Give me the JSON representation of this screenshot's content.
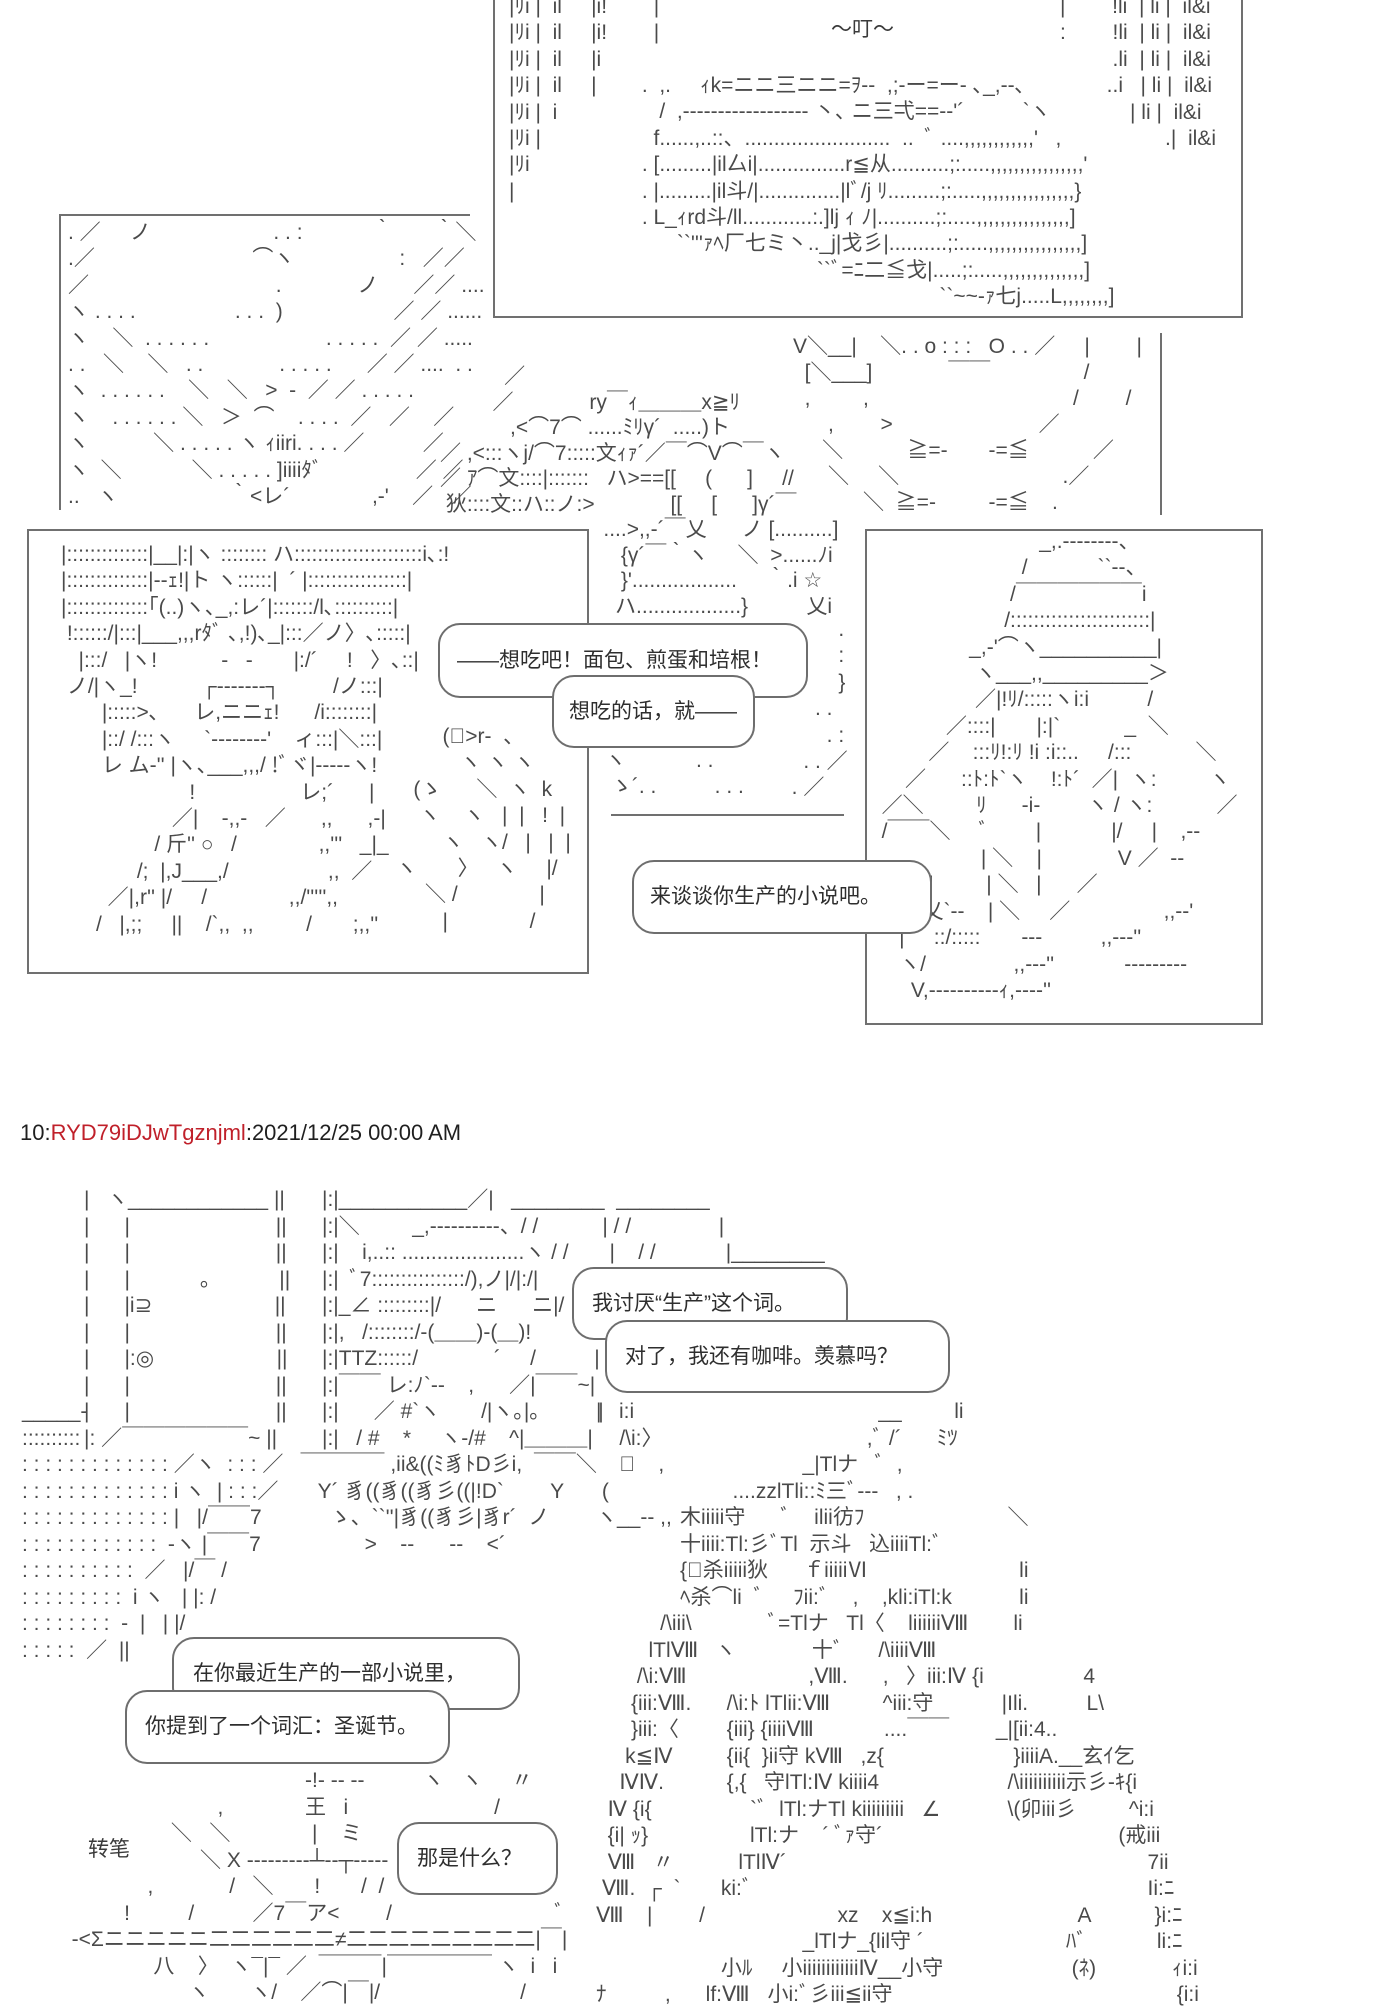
{
  "post_header": {
    "number": "10",
    "sep_a": ":",
    "poster_id": "RYD79iDJwTgznjml",
    "sep_b": ":",
    "timestamp": "2021/12/25 00:00 AM",
    "id_color": "#c0202a"
  },
  "colors": {
    "background": "#ffffff",
    "ink": "#4a4a4a",
    "bubble_text": "#2e2e2e",
    "panel_border": "#707070",
    "poster_id": "#c0202a"
  },
  "top_scene": {
    "toaster_panel": {
      "sfx": "～叮～",
      "left_columns": "|ﾘi |  il     |i!        |\n|ﾘi |  il     |i!        |\n|ﾘi |  il     |i\n|ﾘi |  il     |\n|ﾘi |  i\n|ﾘi |\n|ﾘi\n|",
      "right_columns": "|        !li  | li |  il&i\n:        !li  | li |  il&i\n         .li  | li |  il&i\n        ..i   | li |  il&i\n            | li |  il&i\n                  .|  il&i",
      "toaster_art": " .  ,.     ｨk=ニニ三ニニ=ｦ‐‐  ,;‐ー=ー‐ ､_,‐‐､\n    /  ,‐‐‐‐‐‐‐‐‐‐‐‐‐‐‐‐‐‐ 丶､ ニ三弌==‐‐'´          `ヽ\n   f......,..::、.........................  ..  ﾞ ....,,,,,,,,,,,,'   ,\n . [.........|il厶i|...............r≦从..........;:.....,,,,,,,,,,,,,,,,'\n . |.........|il斗/|..............|lﾞ/j ﾘ.........;:.....,,,,,,,,,,,,,,,,}\n . L_ｨrd斗/ll............:.]lj ｨ ﾉ|..........;:.....,,,,,,,,,,,,,,,,]\n       ``'''ｧﾍ厂七ミ丶.._j|戈彡|..........;:.....,,,,,,,,,,,,,,,,]\n                               ``ﾞ=ﾆ二≦戈|.....;:.....,,,,,,,,,,,,,,]\n                                                    ``~~‐ｧ七j.....L,,,,,,,,]"
    },
    "window_panel": {
      "art": ". ／     ノ                     . . :            ｀       ｀＼\n.／                           ⌒ヽ                  :   ／／\n／                                .             ノ      ／／ ....\nヽ . . . .                 . . .  )                   ／ ／ ......\nヽ    ＼  . . . . . .                    . . . . .  ／ ／ .....\n. .   ＼    ＼   . .             . . . . .      ／ ／ ....  . .\nヽ  . . . . . .    ＼   ＼   >  ‐  ／ ／ . . . . .\nヽ    . . . . . . ＼   ＞  ⌒    . . . .  ／   ／    ／\nヽ           ＼ . . . . . ヽ ｨiiri. . . . ／          ／\nヽ  ＼            ＼ . . . . . ]iiiiﾀﾞ                ／ ／\n..   ヽ                   ｀<レ´              ,-'    ／   ／"
    },
    "character_art": "           ／\n         ／             ry￣ｨ＿＿＿x≧ﾘ\n            ,<⌒7⌒ ......ﾐﾘγ´  .....)ト\n／ ,<:::ヽj/⌒7:::::文ｨｧ´／￣⌒V⌒￣ヽ\n／ ｱ⌒文::::|:::::::   ハ>==[[     (      ]     //\n 狄::::文::ハ::ノ:>             [[     [      ]γ´￣\n                            ....>,,‐´￣乂      ノ [..........]\n                               {γ´￣｀ヽ     ＼  >......ﾉi\n                               }'..................     ｀.i ☆\n                              ハ..................}          乂i",
    "face_art": "V＼__|    ＼. . o : : :   O . . ／     |        |\n  [＼___]             ￣￣                /\n  ,         ,                                   /        /\n      ,        >                         ／\n     ＼           ≧=‐       ‐=≦           ／\n      ＼     ＼                            .／\n            ＼  ≧=‐         ‐=≦    .",
    "side_marks": "          .\n          :\n          }\n      . .\n        . :\n    . . ／\n  . ／",
    "under_bubble_marks": "ヽ            . .\n ゝ´. .          . . .",
    "kitchen_panel": {
      "art": "|::::::::::::::|__|:|ヽ :::::::: ハ::::::::::::::::::::::i､:!\n|::::::::::::::|‐‐ｪ!|ト ヽ::::::|  ´ |:::::::::::::::::|\n|::::::::::::::｢(..)ヽ､_,:レ´|:::::::/l､::::::::::|\n !::::::/|:::|___,,,rﾀﾞ ､,!)､_|:::／ノ〉､:::::|\n   |:::/   |ヽ!           -   -       |:/´     !   〉､::|\n ノ/|ヽ_!           ┌‐‐‐‐‐‐‐┐         /ノ:::|\n       |:::::>､      レ,ニニｪ!      /i::::::::|\n       |::/ /:::ヽ     `‐‐‐‐‐‐‐‐'    ィ:::|＼:::|\n       レ ム-'' |ヽ､___,,,/ !ﾞヾ|‐‐‐‐‐ヽ!\n                      !                  レ;´      |\n                   ／|    ‐,,‐   ／      ,,      ,‐|\n                / 斤'' ○   /              ,,'''   _|_\n             /;  |,J___,/                 ,,  ／\n        ／|,r'' |/     /              ,,/''''',,\n      /   |,;;     ||    /`,,  ,,         /       ;,,''",
      "arm_art": "         (ﾟ>r‐  、\n            ヽ ヽ ヽ\n    (ゝ      ＼  ヽ  k\n     ヽ    ヽ   |  |   !  |\n         ヽ   ヽ/   |   |  |\n ヽ       〉   ヽ     |/\n      ＼ /              |\n         |              /"
    },
    "hat_panel": {
      "art": "                             _,.‐‐‐‐‐‐‐‐、\n                          /            ``‐‐、\n                        /￣￣￣￣￣￣i\n                       /::::::::::::::::::::::::|\n                 _,‐'⌒ヽ__________|\n                  ヽ___,,_________＞\n                  ／|!ﾘ/:::::ヽi:i          /\n             ／::::|       |:|`           _  ＼\n          ／    :::ﾘ!:ﾘ !i :i::..     /:::           ＼\n      ／      ::ﾄ:ﾄ`ヽ    !:ﾄ´  ／|  ヽ:         ヽ\n  ／＼         ﾘ      ‐i‐        ヽ / ヽ:           ／\n  /￣￣＼     ﾞ        |            |/     |    ,‐‐\n                   | ＼    |             V ／  ‐‐\n          |         | ＼   |      ／\n         乂`‐‐    | ＼     ／                ,,‐‐'\n     |     ::/:::::       ‐‐‐          ,,‐‐‐''\n     ヽ/               ,,‐‐‐''            ‐‐‐‐‐‐‐‐‐\n       V,‐‐‐‐‐‐‐‐‐‐ｨ,‐‐‐‐''"
    },
    "bubbles": [
      {
        "text": "——想吃吧！面包、煎蛋和培根！"
      },
      {
        "text": "想吃的话，就——"
      },
      {
        "text": "来谈谈你生产的小说吧。"
      }
    ]
  },
  "bottom_scene": {
    "door_art": "|   ヽ____________ ||\n|      |                         ||\n|      |                         ||\n|      |            。          ||\n|      |i⊇                     ||\n|      |                         ||\n|      |:◎                     ||\n|      |                         ||\n|      |                         ||\n|: ／￣￣￣￣￣￣~ ||",
    "floor_art": "\n\n\n\n\n\n\n\n_____-\n::::::::::\n: : : : : : : : : : : : : ／ヽ  : : : ／\n: : : : : : : : : : : : : i ヽ  | : : :／\n: : : : : : : : : : : : : |   |/￣￣7\n: : : : : : : : : : : :  ‐ヽ |￣￣7\n: : : : : : : : : :  ／   |/￣ /\n: : : : : : : : :  i ヽ   | |: /\n: : : : : : : :  ‐  |   | |/\n: : : : :  ／  ||",
    "character_art": "|:|___________／|   ________  ________\n|:|＼         _,‐‐‐‐‐‐‐‐‐‐、/ /           | / /               |\n|:|    i,..:: .....................ヽ / /       |    / /            |________\n|:|  ﾞ7::::::::::::::::/),ノ|/|:/|\n|:|_∠ :::::::::|/      ニ      ニ|/\n|:|,   /::::::::/‐(＿＿)‐(＿)!\n|:|TTZ::::::/             ´     /          |\n|:|￣￣ レ:ﾉ`‐‐    ,      ／|￣￣~|\n|:|      ／ #`ヽ       /|ヽ｡|｡          |\n|:|   / #    *     ヽ‐/#    ^|＿＿＿|",
    "cup_art": "   ￣￣￣￣ ,ii&((ﾐ豸ﾄD彡i,  ￣￣＼\n      Y´ 豸((豸((豸彡((|!D`        Y\n        ゝ、``''|豸((豸彡|豸r´  ノ\n              >    ‐‐      ‐‐    <´",
    "figure_left": "|   i:i\n    /\\i:〉\n    ﾞ    ,\n (\nヽ__‐‐ ,,\n\n\n\n           /\\iii\\\n         lTlⅧ\n       /\\i:Ⅷ\n      {iii:Ⅷ.\n      }iii:〈\n     k≦Ⅳ\n    ⅣⅣ.\n  Ⅳ {i{\n  {i| ｯ}\n  Ⅷ   〃\n Ⅷ.  ┌  `\nⅧ    |        /\n\n\nﾅ          ,      lf:Ⅷ",
    "figure_center": "                                  __         li\n                                ,ﾞ /´      ﾐﾂ\n                     _|Tlナ   ﾞ  ,\n         ....zzlTli::ﾐ三ﾞ‐‐‐   , .\n木iiiii守      ﾞ    ilii彷ﾌ\n十iiii:Tl:彡ﾞTl  示斗   込iiiiTl:ﾞ\n{ﾞ杀iiiii狄      ｆiiiiiⅥ\nﾍ杀⌒li  ﾞ     ﾌii:ﾞ    ,    ,kli:iTl:k\n               ﾞ=Tlナ   Tl〈    liiiiiiⅧ\n      ヽ             十ﾞ      /\\iiiiⅧ\n                      ,Ⅷ.      ,   〉iii:Ⅳ {i\n        /\\i:ﾄ lTlii:Ⅷ         ^iii:守\n        {iii} {iiiiⅧ            ....￣￣\n        {ii{  }ii守 kⅧ   ,z{\n        {,{   守lTl:Ⅳ kiiii4\n            `ﾞ  lTl:ナTl kiiiiiiiii   ∠\n            lTl:ナ    ´ ﾞｧ守´\n          lTlⅣ´\n       ki:ﾞ\n                           xz    x≦i:h\n                     _lTlナ_{lil守 ´\n       小ﾙ     小iiiiiiiiiiiiⅣ__小守\n               小i:ﾞ彡iii≦ii守",
    "figure_right": "\n\n\n\n   ＼\n\n     li\n     li\n    li\n\n                4\n  |Ili.          L\\\n _|[ii:4..\n    }iiiiA.__玄ｲ乞\n   /\\iiiiiiiiii示彡-ｷ{i\n   \\(卯iii彡         ^i:i\n                      (戒iii\n                           7ii\n                           Ii:ﾆ\n               A           }i:ﾆ\n             ﾊﾞ            li:ﾆ\n              (ﾈ)             ｨi:i\n                                {i:i",
    "pencil_art": "                                          ‐!‐ ‐‐ ‐‐          ヽ   ヽ     〃\n                           ,              王   i                         /\n                   ＼   ＼              |    ミ\n                        ＼ X ‐‐‐‐‐‐‐‐‐┴‐‐┬‐‐‐‐‐  ‐‐\n               ,             /   ＼       !       /  /   ＼\n           !          /          ／7￣ア<        /                            ﾞ\n  -<Σニニニニニ二二二二二二≠二二二二二二二二二|￣|\n                八    〉  ヽ¯|¯ ／  ￣￣￣|￣￣￣￣￣ ヽ  i   i\n                      ヽ       ヽ/    ／⌒|￣|/                        /",
    "sfx_pen_spin": "转笔",
    "bubbles": [
      {
        "text": "我讨厌“生产”这个词。"
      },
      {
        "text": "对了，我还有咖啡。羡慕吗？"
      },
      {
        "text": "在你最近生产的一部小说里，"
      },
      {
        "text": "你提到了一个词汇：圣诞节。"
      },
      {
        "text": "那是什么？"
      }
    ]
  }
}
